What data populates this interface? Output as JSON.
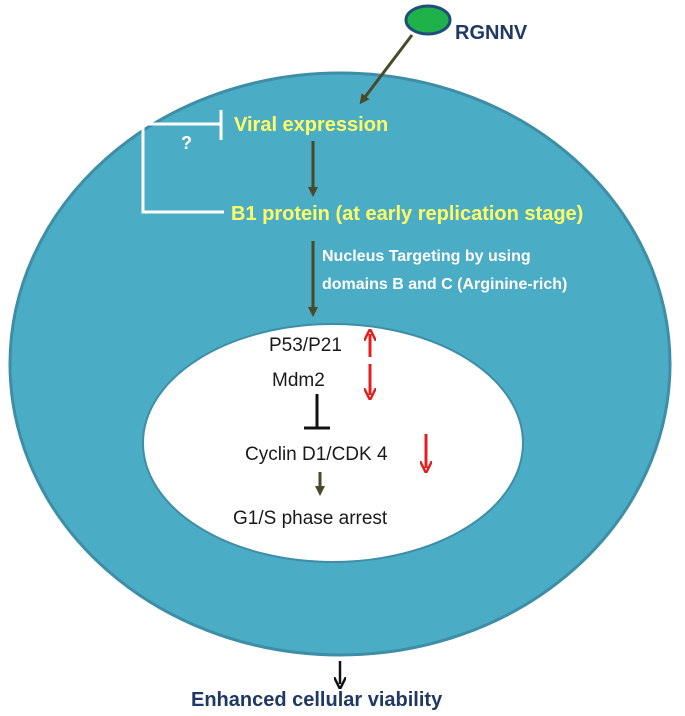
{
  "labels": {
    "virus": "RGNNV",
    "viral_expression": "Viral expression",
    "question_mark": "?",
    "b1_protein": "B1 protein (at early replication stage)",
    "nucleus_targeting_line1": "Nucleus Targeting by using",
    "nucleus_targeting_line2": "domains B and C (Arginine-rich)",
    "p53_p21": "P53/P21",
    "mdm2": "Mdm2",
    "cyclin": "Cyclin D1/CDK 4",
    "g1s_arrest": "G1/S phase arrest",
    "outcome": "Enhanced cellular viability"
  },
  "colors": {
    "cell": "#4bacc6",
    "cell_border": "#3d8ea6",
    "nucleus": "#ffffff",
    "cell_text_yellow": "#ffff66",
    "cell_text_white": "#ffffff",
    "nucleus_text": "#1a1a1a",
    "outer_text": "#1f3864",
    "virus_fill": "#1fb24a",
    "virus_border": "#1f4e79",
    "arrow_dark": "#4a4a2a",
    "arrow_up": "#e02020",
    "arrow_down": "#e02020",
    "inhibit": "#111111",
    "bracket": "#ffffff"
  }
}
